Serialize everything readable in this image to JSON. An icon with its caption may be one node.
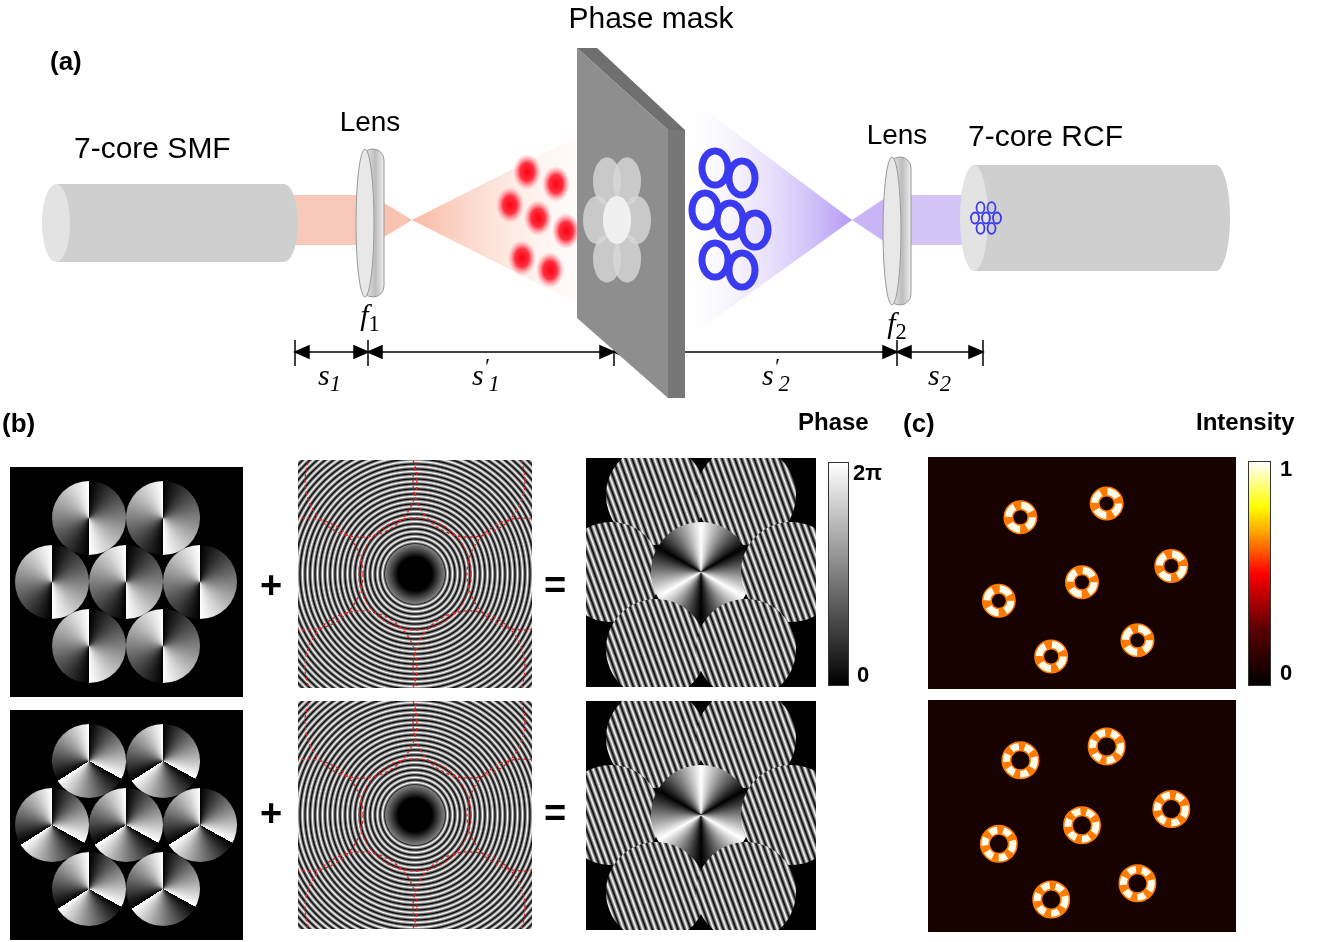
{
  "diagram": {
    "nodes": [
      {
        "text": [
          "7-core SMF"
        ]
      },
      {
        "text": [
          "Lens"
        ],
        "beside": [
          "*f*$_{1}$"
        ]
      },
      {
        "text": [
          "Phase mask"
        ]
      },
      {
        "text": [
          "Lens"
        ],
        "beside": [
          "*f*$_{2}$"
        ]
      },
      {
        "text": [
          "7-core RCF"
        ]
      }
    ],
    "labels": [
      "(a)",
      "*s*$_{1}$",
      "*s*$^{′}$$_{1}$",
      "*s*$^{′}$$_{2}$",
      "*s*$_{2}$",
      "(b)",
      "Phase",
      "+",
      "=",
      "2π",
      "0",
      "+",
      "=",
      "(c)",
      "Intensity",
      "1",
      "0"
    ]
  }
}
